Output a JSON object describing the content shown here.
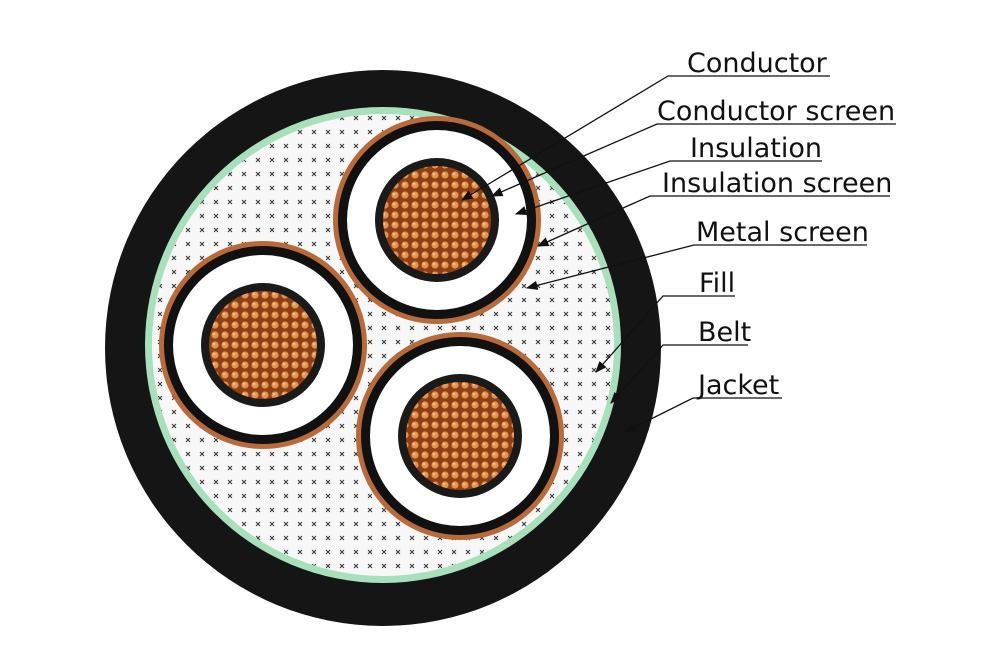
{
  "diagram": {
    "labels": {
      "conductor": "Conductor",
      "conductor_screen": "Conductor screen",
      "insulation": "Insulation",
      "insulation_screen": "Insulation screen",
      "metal_screen": "Metal screen",
      "fill": "Fill",
      "belt": "Belt",
      "jacket": "Jacket"
    },
    "colors": {
      "jacket": "#151515",
      "belt": "#a8e0bc",
      "fill": "#f7f7f7",
      "fill_mark": "#333333",
      "metal_screen": "#b86a3a",
      "insulation_screen": "#111111",
      "insulation": "#ffffff",
      "conductor_screen": "#1a1a1a",
      "conductor": "#a34f1f",
      "conductor_strand": "#e0914f",
      "leader": "#111111"
    }
  }
}
